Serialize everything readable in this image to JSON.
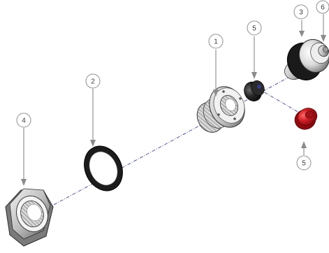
{
  "callouts": [
    {
      "id": "c1",
      "label": "1"
    },
    {
      "id": "c2",
      "label": "2"
    },
    {
      "id": "c3",
      "label": "3"
    },
    {
      "id": "c4",
      "label": "4"
    },
    {
      "id": "c5a",
      "label": "5"
    },
    {
      "id": "c5b",
      "label": "5"
    },
    {
      "id": "c6",
      "label": "6"
    }
  ],
  "colors": {
    "axis": "#3a44a8",
    "leader": "#a3a3a3",
    "metal_light": "#e6e6e6",
    "metal_dark": "#6e6e6e",
    "rubber": "#1f1f1f",
    "red_cap": "#c3161c"
  }
}
